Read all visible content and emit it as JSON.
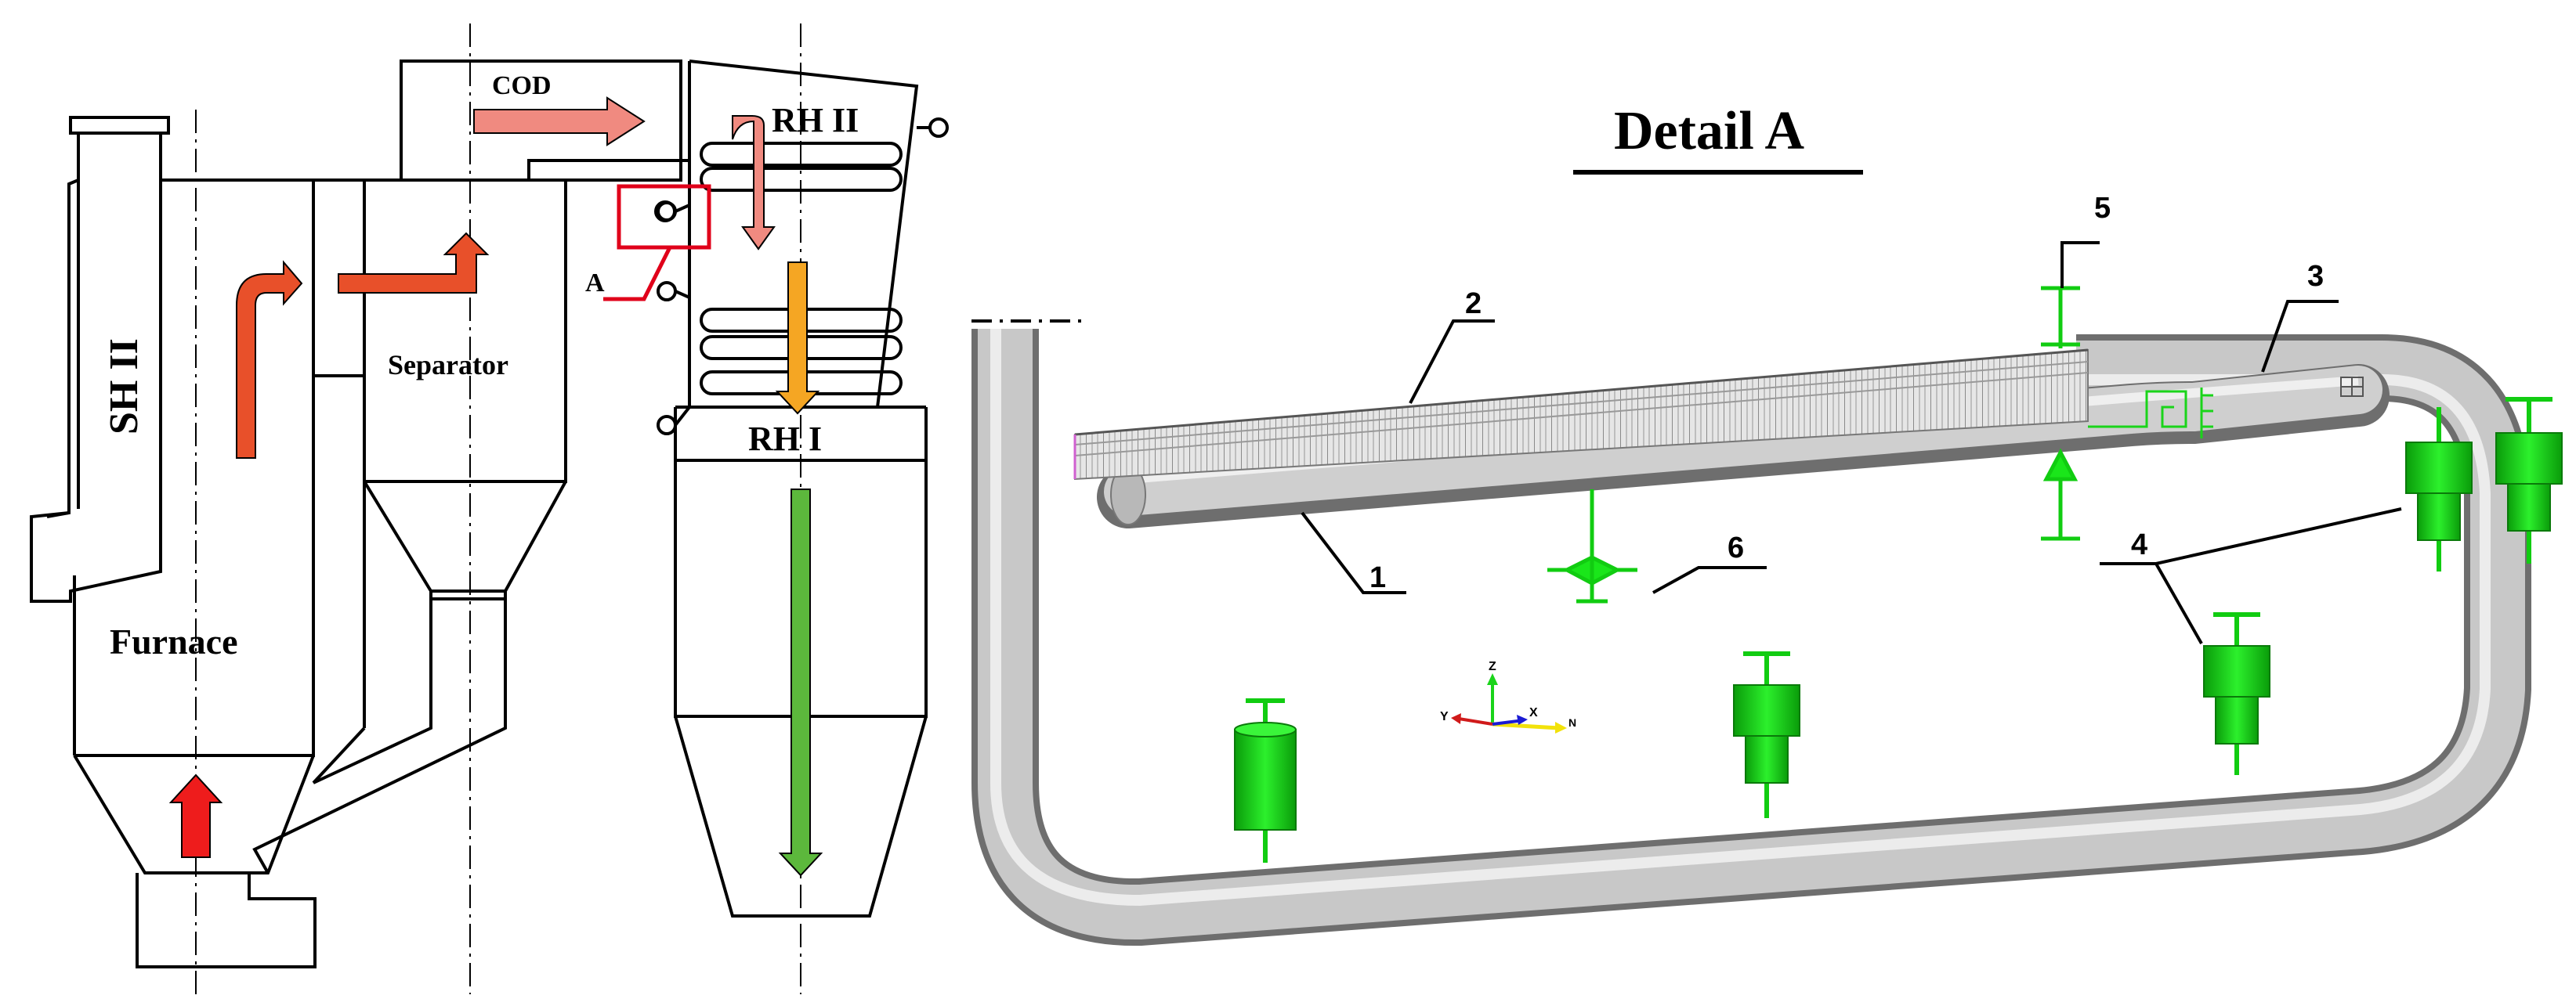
{
  "diagram": {
    "labels": {
      "cod": "COD",
      "rh2": "RH II",
      "rh1": "RH I",
      "separator": "Separator",
      "furnace": "Furnace",
      "sh2": "SH II",
      "detail_marker": "A"
    },
    "detail": {
      "title": "Detail A",
      "callouts": [
        "1",
        "2",
        "3",
        "4",
        "5",
        "6"
      ],
      "axis_letters": {
        "x": "X",
        "y": "Y",
        "z": "Z",
        "n": "N"
      }
    },
    "colors": {
      "line": "#000000",
      "flow_red": "#e8502a",
      "flow_pink": "#f08a80",
      "flow_orange": "#f5a623",
      "flow_green": "#5cb83c",
      "highlight_box": "#e0001a",
      "pipe": "#c8c8c8",
      "support_green": "#19e619"
    }
  }
}
